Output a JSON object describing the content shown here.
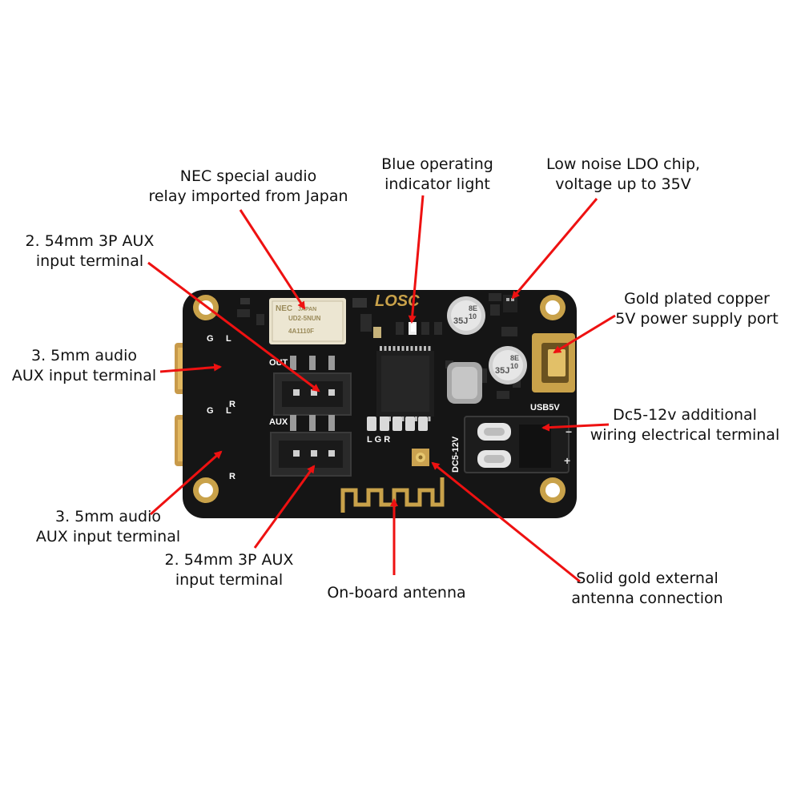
{
  "annotations": {
    "relay": [
      "NEC special audio",
      "relay imported from Japan"
    ],
    "indicator": [
      "Blue operating",
      "indicator light"
    ],
    "ldo": [
      "Low noise LDO chip,",
      "voltage up to 35V"
    ],
    "aux_terminal_top": [
      "2. 54mm 3P AUX",
      "input terminal"
    ],
    "usb_port": [
      "Gold plated copper",
      "5V power supply port"
    ],
    "audio_jack_top": [
      "3. 5mm audio",
      "AUX input terminal"
    ],
    "dc_terminal": [
      "Dc5-12v additional",
      "wiring electrical terminal"
    ],
    "audio_jack_bottom": [
      "3. 5mm audio",
      "AUX input terminal"
    ],
    "aux_terminal_bottom": [
      "2. 54mm 3P AUX",
      "input terminal"
    ],
    "antenna": [
      "On-board antenna"
    ],
    "antenna_connector": [
      "Solid gold external",
      "antenna connection"
    ]
  },
  "board_labels": {
    "brand": "LOSC",
    "out": "OUT",
    "aux": "AUX",
    "lgr": "L G R",
    "usb": "USB5V",
    "dc": "DC5-12V",
    "g1": "G",
    "l1": "L",
    "r1": "R",
    "g2": "G",
    "l2": "L",
    "r2": "R",
    "relay_brand": "NEC",
    "relay_country": "JAPAN",
    "relay_model": "UD2-5NUN",
    "relay_code": "4A1110F",
    "cap1": [
      "8E",
      "10",
      "35J"
    ],
    "cap2": [
      "8E",
      "10",
      "35J"
    ],
    "minus": "−",
    "plus": "+"
  },
  "colors": {
    "arrow": "#ee1111",
    "board": "#151515",
    "gold": "#c9a24a",
    "text": "#111111"
  }
}
